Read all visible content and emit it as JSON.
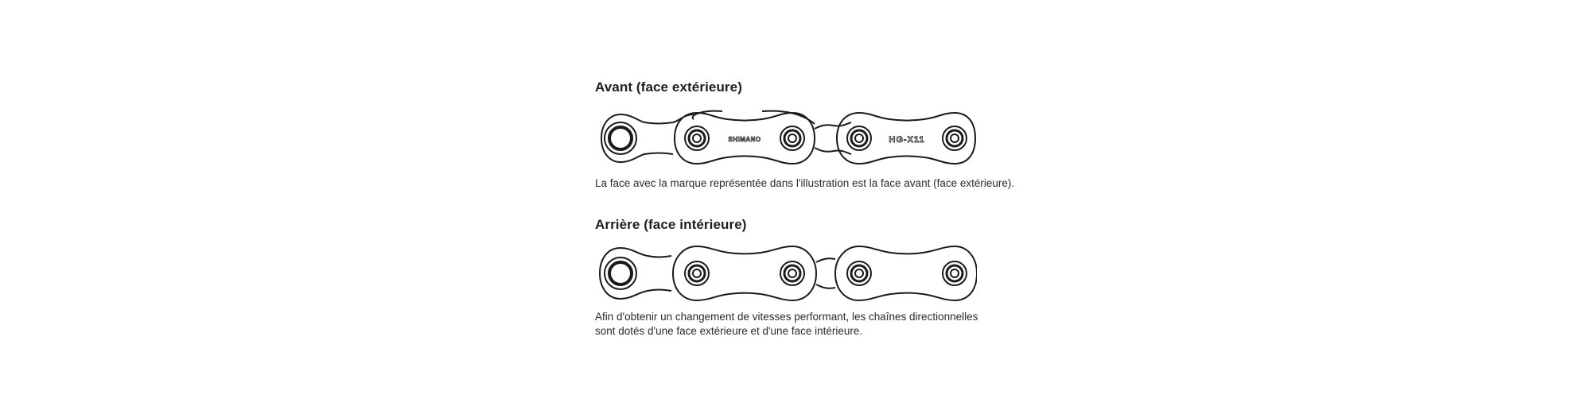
{
  "front": {
    "heading": "Avant (face extérieure)",
    "brand_mark": "SHIMANO",
    "model_mark": "HG-X11",
    "caption": "La face avec la marque représentée dans l'illustration est la face avant (face extérieure)."
  },
  "back": {
    "heading": "Arrière (face intérieure)",
    "caption_line1": "Afin d'obtenir un changement de vitesses performant, les chaînes directionnelles",
    "caption_line2": "sont dotés d'une face extérieure et d'une face intérieure."
  }
}
